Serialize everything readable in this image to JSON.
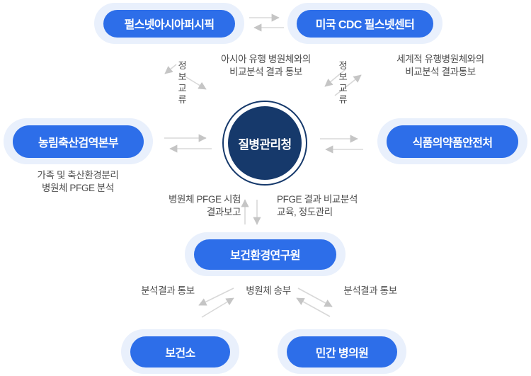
{
  "palette": {
    "node_blue": "#2d6ee9",
    "halo_blue": "#e9f0fc",
    "center_navy": "#16396b",
    "note_gray": "#4d4d4d",
    "arrow_gray": "#d8d8d8"
  },
  "nodes": {
    "pulsenet_asia": "펄스넷아시아퍼시픽",
    "us_cdc": "미국 CDC 필스넷센터",
    "center": "질병관리청",
    "quarantine_agency": "농림축산검역본부",
    "food_drug_safety": "식품의약품안전처",
    "health_env_institute": "보건환경연구원",
    "public_health_center": "보건소",
    "private_hospitals": "민간 병의원"
  },
  "labels": {
    "info_exchange": "정보교류",
    "asia_result": "아시아 유행 병원체와의\n비교분석 결과 통보",
    "global_result": "세계적 유행병원체와의\n비교분석 결과통보",
    "quarantine_note": "가족 및 축산환경분리\n병원체 PFGE 분석",
    "pfge_report": "병원체 PFGE 시험\n결과보고",
    "pfge_feedback": "PFGE 결과 비교분석\n교육, 정도관리",
    "notify_left": "분석결과 통보",
    "send_pathogen": "병원체 송부",
    "notify_right": "분석결과 통보"
  }
}
